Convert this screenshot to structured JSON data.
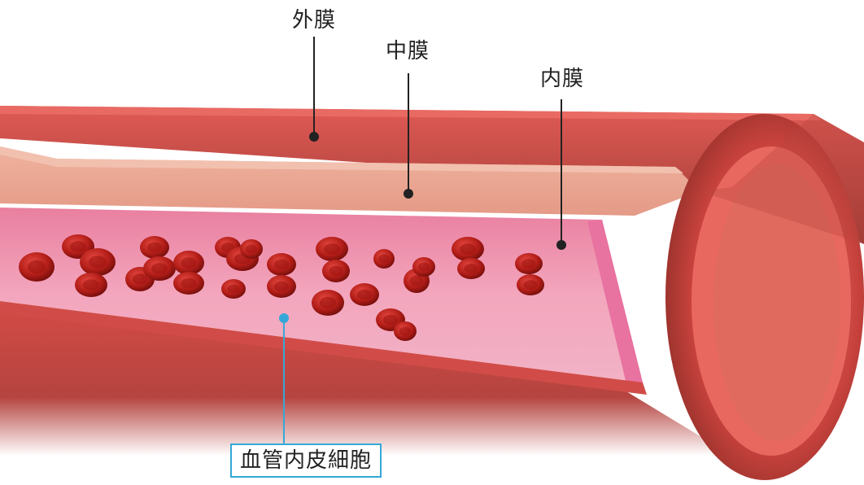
{
  "labels": {
    "outer": "外膜",
    "middle": "中膜",
    "inner": "内膜",
    "endothelial": "血管内皮細胞"
  },
  "colors": {
    "outer_wall": "#c9403c",
    "middle_layer": "#e8a08a",
    "inner_lumen": "#ec87a4",
    "blood_cell": "#b8201c",
    "callout_line": "#222222",
    "endothelial_callout": "#35a8d8"
  }
}
